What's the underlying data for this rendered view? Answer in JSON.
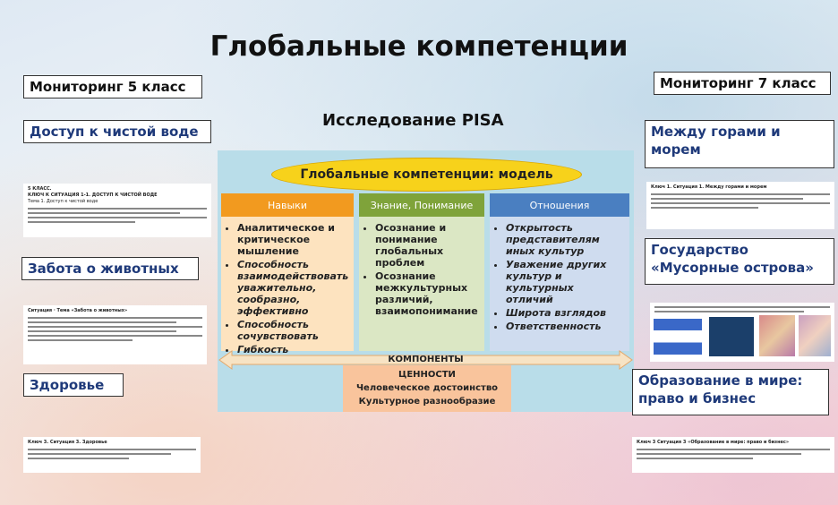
{
  "title": "Глобальные компетенции",
  "subtitle": "Исследование PISA",
  "left": {
    "monitoring": "Мониторинг 5 класс",
    "items": [
      "Доступ к чистой воде",
      "Забота о животных",
      "Здоровье"
    ],
    "thumb1": {
      "line1": "5 КЛАСС.",
      "line2": "КЛЮЧ К СИТУАЦИЯ 1-1. ДОСТУП К ЧИСТОЙ ВОДЕ",
      "line3": "Тема 1. Доступ к чистой воде"
    },
    "thumb2": {
      "line1": "Ситуация · Тема «Забота о животных»"
    },
    "thumb3": {
      "line1": "Ключ 3. Ситуация 3. Здоровье"
    }
  },
  "right": {
    "monitoring": "Мониторинг 7 класс",
    "items": [
      "Между горами и морем",
      "Государство «Мусорные острова»",
      "Образование в мире: право и бизнес"
    ],
    "thumb1": {
      "line1": "Ключ 1. Ситуация 1. Между горами и морем"
    },
    "thumb3": {
      "line1": "Ключ 3 Ситуация 3 «Образование в мире: право и бизнес»"
    }
  },
  "model": {
    "title": "Глобальные компетенции: модель",
    "columns": [
      {
        "header": "Навыки",
        "color": "#f29a1f"
      },
      {
        "header": "Знание, Понимание",
        "color": "#7fa33a"
      },
      {
        "header": "Отношения",
        "color": "#4a7fc1"
      }
    ],
    "skills": [
      "Аналитическое и критическое мышление",
      "Способность взаимодействовать уважительно, сообразно, эффективно",
      "Способность сочувствовать",
      "Гибкость"
    ],
    "knowledge": [
      "Осознание и понимание глобальных проблем",
      "Осознание межкультурных различий, взаимопонимание"
    ],
    "attitudes": [
      "Открытость представителям иных культур",
      "Уважение других культур и культурных отличий",
      "Широта взглядов",
      "Ответственность"
    ],
    "components": "КОМПОНЕНТЫ",
    "values_title": "ЦЕННОСТИ",
    "values": [
      "Человеческое достоинство",
      "Культурное разнообразие"
    ]
  }
}
